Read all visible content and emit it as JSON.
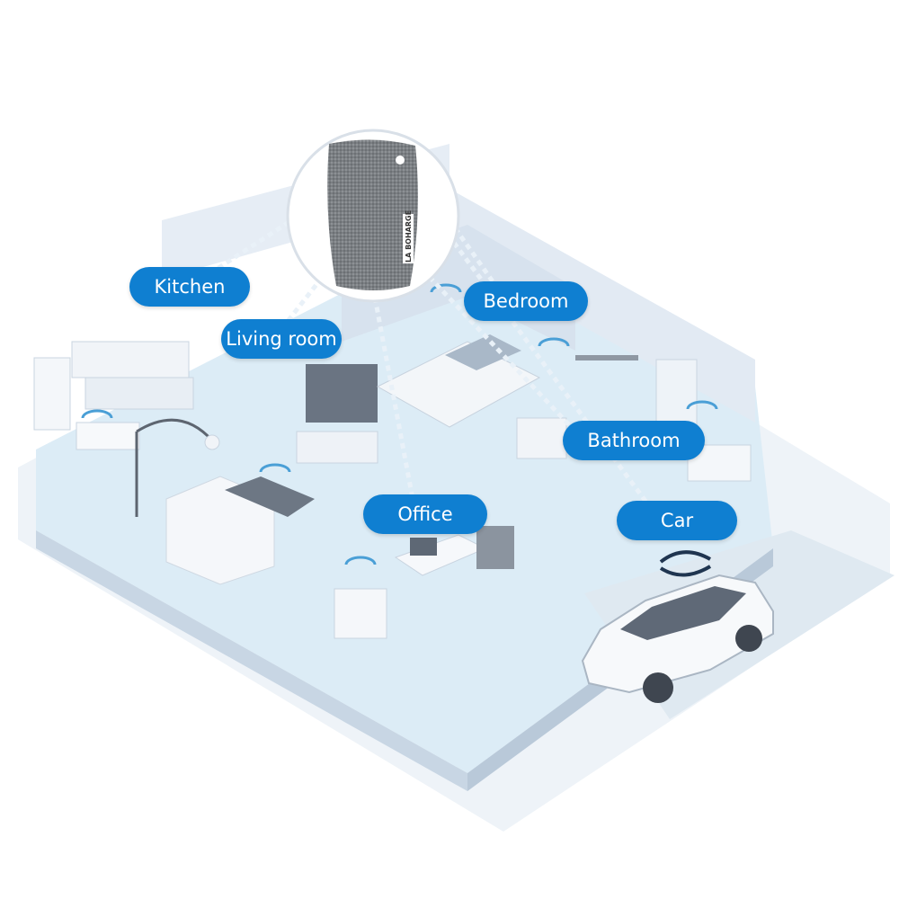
{
  "labels": {
    "kitchen": "Kitchen",
    "living_room": "Living room",
    "bedroom": "Bedroom",
    "bathroom": "Bathroom",
    "office": "Office",
    "car": "Car"
  },
  "product": {
    "brand": "LA BOHARGE",
    "icon": "charcoal-bag-icon"
  },
  "colors": {
    "label_bg": "#0f7fd1",
    "floor": "#dcecf6",
    "wall": "#e9eef5",
    "accent": "#5bb7e6"
  }
}
